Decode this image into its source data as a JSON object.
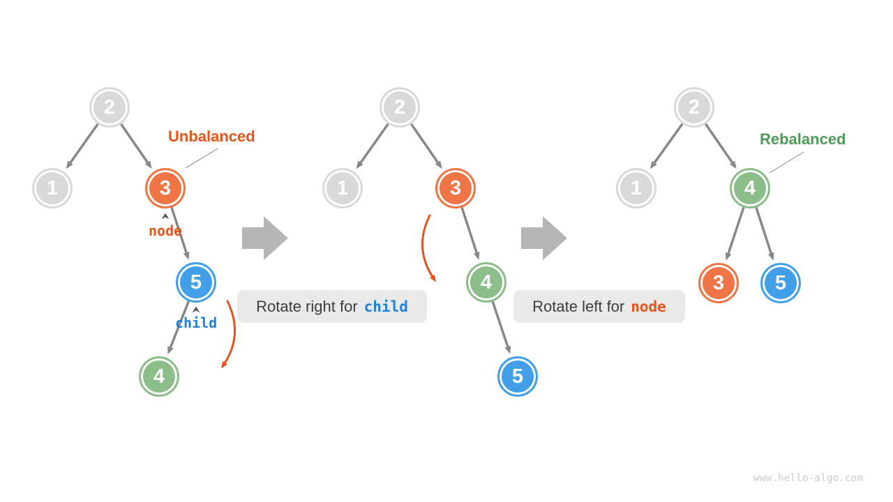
{
  "diagram": {
    "watermark": "www.hello-algo.com",
    "annotations": {
      "unbalanced": "Unbalanced",
      "rebalanced": "Rebalanced",
      "node_pointer": "node",
      "child_pointer": "child"
    },
    "captions": {
      "rotate_right": {
        "text": "Rotate right for",
        "keyword": "child"
      },
      "rotate_left": {
        "text": "Rotate left for",
        "keyword": "node"
      }
    },
    "colors": {
      "node_orange": "#EF7446",
      "node_blue": "#42A0E8",
      "node_green": "#8CBE89",
      "node_gray": "#D9D9D9",
      "accent_orange": "#E8541A",
      "accent_blue": "#1E82D8",
      "accent_green": "#4D9B57",
      "edge_gray": "#878787",
      "transition_arrow_gray": "#B5B5B5",
      "caption_background": "#E9E9E9"
    },
    "trees": [
      {
        "name": "unbalanced tree",
        "nodes": [
          {
            "value": "2",
            "color": "gray"
          },
          {
            "value": "1",
            "color": "gray"
          },
          {
            "value": "3",
            "color": "orange"
          },
          {
            "value": "5",
            "color": "blue"
          },
          {
            "value": "4",
            "color": "green"
          }
        ],
        "edges": [
          "2-&gt;1",
          "2-&gt;3",
          "3-&gt;5",
          "5-&gt;4"
        ]
      },
      {
        "name": "after right rotation of child",
        "nodes": [
          {
            "value": "2",
            "color": "gray"
          },
          {
            "value": "1",
            "color": "gray"
          },
          {
            "value": "3",
            "color": "orange"
          },
          {
            "value": "4",
            "color": "green"
          },
          {
            "value": "5",
            "color": "blue"
          }
        ],
        "edges": [
          "2->1",
          "2->3",
          "3->4",
          "4->5"
        ]
      },
      {
        "name": "rebalanced tree",
        "nodes": [
          {
            "value": "2",
            "color": "gray"
          },
          {
            "value": "1",
            "color": "gray"
          },
          {
            "value": "4",
            "color": "green"
          },
          {
            "value": "3",
            "color": "orange"
          },
          {
            "value": "5",
            "color": "blue"
          }
        ],
        "edges": [
          "2->1",
          "2->4",
          "4->3",
          "4->5"
        ]
      }
    ]
  }
}
